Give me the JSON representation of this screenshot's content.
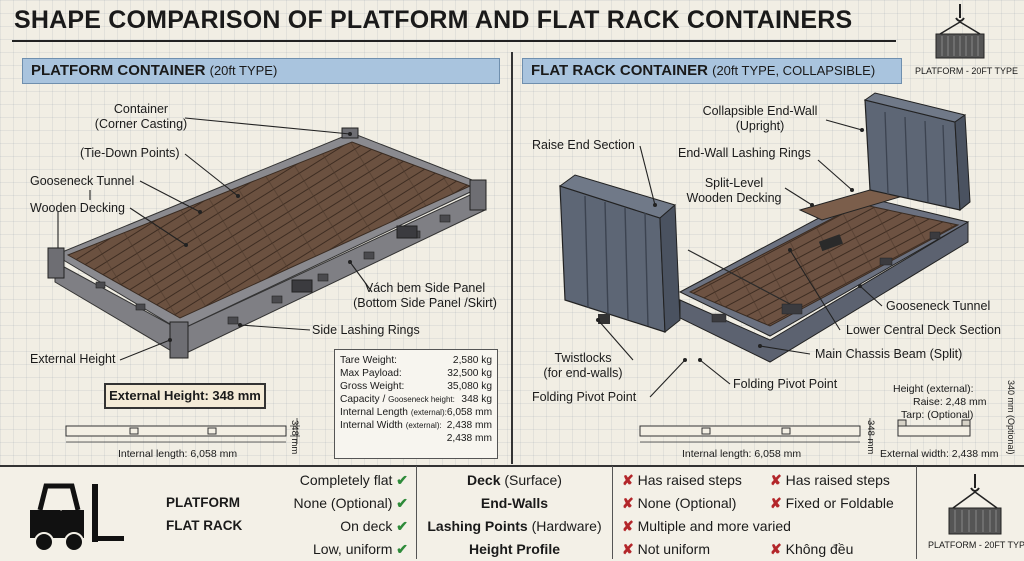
{
  "title": "SHAPE COMPARISON OF PLATFORM AND FLAT RACK CONTAINERS",
  "corner_badge_top": "PLATFORM - 20FT TYPE",
  "corner_badge_bottom": "PLATFORM - 20FT TYPE",
  "platform": {
    "heading": "PLATFORM CONTAINER",
    "heading_sub": "(20ft TYPE)",
    "labels": {
      "corner_casting_1": "Container",
      "corner_casting_2": "(Corner Casting)",
      "tie_down": "(Tie-Down Points)",
      "gooseneck": "Gooseneck Tunnel",
      "decking": "Wooden Decking",
      "side_panel_1": "Vách bem Side Panel",
      "side_panel_2": "(Bottom Side Panel /Skirt)",
      "lashing": "Side Lashing Rings",
      "ext_height": "External Height"
    },
    "external_height_callout": "External Height: 348 mm",
    "dim_length": "Internal length: 6,058 mm",
    "dim_height": "348 mm",
    "specs": [
      {
        "k": "Tare Weight:",
        "k_small": "",
        "v": "2,580 kg"
      },
      {
        "k": "Max Payload:",
        "k_small": "",
        "v": "32,500 kg"
      },
      {
        "k": "Gross Weight:",
        "k_small": "",
        "v": "35,080 kg"
      },
      {
        "k": "Capacity / ",
        "k_small": "Gooseneck height:",
        "v": "348 kg"
      },
      {
        "k": "Internal Length ",
        "k_small": "(external):",
        "v": "6,058 mm"
      },
      {
        "k": "Internal Width ",
        "k_small": "(external):",
        "v": "2,438 mm"
      },
      {
        "k": "",
        "k_small": "",
        "v": "2,438 mm"
      }
    ]
  },
  "flatrack": {
    "heading": "FLAT RACK CONTAINER",
    "heading_sub": "(20ft TYPE, COLLAPSIBLE)",
    "labels": {
      "collapsible_1": "Collapsible End-Wall",
      "collapsible_2": "(Upright)",
      "raise_end": "Raise End Section",
      "endwall_lashing": "End-Wall Lashing Rings",
      "split_1": "Split-Level",
      "split_2": "Wooden Decking",
      "gooseneck": "Gooseneck Tunnel",
      "lower_deck": "Lower Central Deck Section",
      "chassis": "Main Chassis Beam (Split)",
      "twist_1": "Twistlocks",
      "twist_2": "(for end-walls)",
      "fold_1": "Folding Pivot Point",
      "fold_2": "Folding Pivot Point"
    },
    "dim_length": "Internal length: 6,058 mm",
    "dim_height": "348 mm",
    "dim_height_alt_1": "340 mm",
    "dim_height_alt_2": "(Optional)",
    "side_note_1": "Height (external):",
    "side_note_2": "Raise: 2,48 mm",
    "side_note_3": "Tarp: (Optional)",
    "dim_width": "External width: 2,438 mm"
  },
  "table": {
    "rows_left": [
      "PLATFORM",
      "FLAT RACK"
    ],
    "platform_col": [
      "Completely flat",
      "None (Optional)",
      "On deck",
      "Low, uniform"
    ],
    "features": [
      {
        "bold": "Deck",
        "rest": " (Surface)"
      },
      {
        "bold": "End-Walls",
        "rest": ""
      },
      {
        "bold": "Lashing Points",
        "rest": " (Hardware)"
      },
      {
        "bold": "Height Profile",
        "rest": ""
      }
    ],
    "flatrack_col": [
      "Has raised steps",
      "None (Optional)",
      "Multiple and more varied",
      "Not uniform"
    ],
    "extra_col": [
      "Has raised steps",
      "Fixed or Foldable",
      "",
      "Không đều"
    ],
    "check": "✔",
    "cross": "✘"
  }
}
